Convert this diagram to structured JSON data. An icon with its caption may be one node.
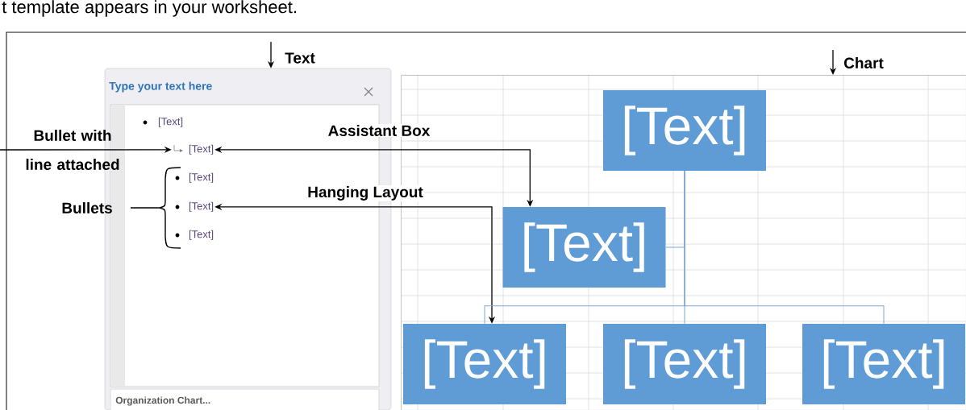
{
  "diagram": {
    "nodes": [
      {
        "text": [
          "Type your text here"
        ]
      },
      {
        "text": [
          "[Text]"
        ],
        "in": 0
      },
      {
        "text": [
          "[Text]"
        ],
        "in": 0
      },
      {
        "text": [
          "[Text]"
        ],
        "in": 0
      },
      {
        "text": [
          "[Text]"
        ],
        "in": 0
      },
      {
        "text": [
          "[Text]"
        ],
        "in": 0
      },
      {
        "text": [
          "Organization Chart..."
        ],
        "in": 0
      },
      {
        "text": [],
        "shape": "box"
      },
      {
        "text": [
          "[Text]"
        ],
        "in": 7
      },
      {
        "text": [
          "[Text]"
        ],
        "in": 7
      },
      {
        "text": [
          "[Text]"
        ],
        "in": 7
      },
      {
        "text": [
          "[Text]"
        ],
        "in": 7
      },
      {
        "text": [
          "[Text]"
        ],
        "in": 7
      },
      {
        "text": [
          "Text"
        ]
      },
      {
        "text": [
          "Chart"
        ]
      },
      {
        "text": [
          "Bullet with line attached"
        ]
      }
    ],
    "edges": [
      {
        "from": 13,
        "to": 0,
        "arrow": "to"
      },
      {
        "from": 14,
        "to": 7,
        "arrow": "to"
      },
      {
        "from": 15,
        "to": 2,
        "arrow": "to"
      },
      {
        "from": 2,
        "to": 9,
        "arrow": "both",
        "label": "Assistant Box"
      },
      {
        "from": 4,
        "to": 10,
        "arrow": "both",
        "label": "Hanging Layout"
      },
      {
        "from": 8,
        "to": 9,
        "arrow": "none",
        "color": "#7fa6d1"
      },
      {
        "from": 8,
        "to": 10,
        "arrow": "none",
        "color": "#7fa6d1"
      },
      {
        "from": 8,
        "to": 11,
        "arrow": "none",
        "color": "#7fa6d1"
      },
      {
        "from": 8,
        "to": 12,
        "arrow": "none",
        "color": "#7fa6d1"
      }
    ],
    "labels": [
      "t template appears in your worksheet.",
      "Bullets"
    ]
  }
}
